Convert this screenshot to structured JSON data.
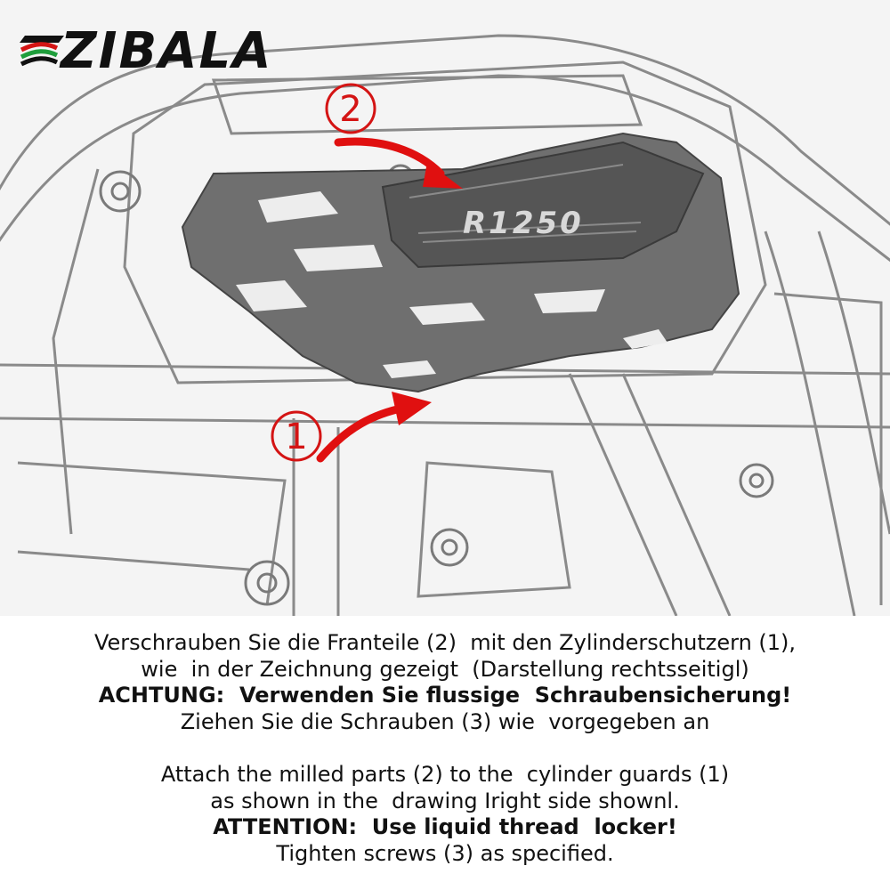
{
  "brand": {
    "logo_text": "ZIBALA",
    "logo_colors": {
      "red": "#d41414",
      "green": "#1f9e3c",
      "black": "#111111"
    }
  },
  "illustration": {
    "callout_2_label": "2",
    "callout_1_label": "1",
    "part_badge": "R1250",
    "arrow_color": "#e01010",
    "part_color": "#6f6f6f"
  },
  "instructions": {
    "german": [
      "Verschrauben Sie die Franteile (2)  mit den Zylinderschutzern (1),",
      "wie  in der Zeichnung gezeigt  (Darstellung rechtsseitigl)",
      "ACHTUNG:  Verwenden Sie flussige  Schraubensicherung!",
      "Ziehen Sie die Schrauben (3) wie  vorgegeben an"
    ],
    "english": [
      "Attach the milled parts (2) to the  cylinder guards (1)",
      "as shown in the  drawing Iright side shownl.",
      "ATTENTION:  Use liquid thread  locker!",
      "Tighten screws (3) as specified."
    ]
  }
}
